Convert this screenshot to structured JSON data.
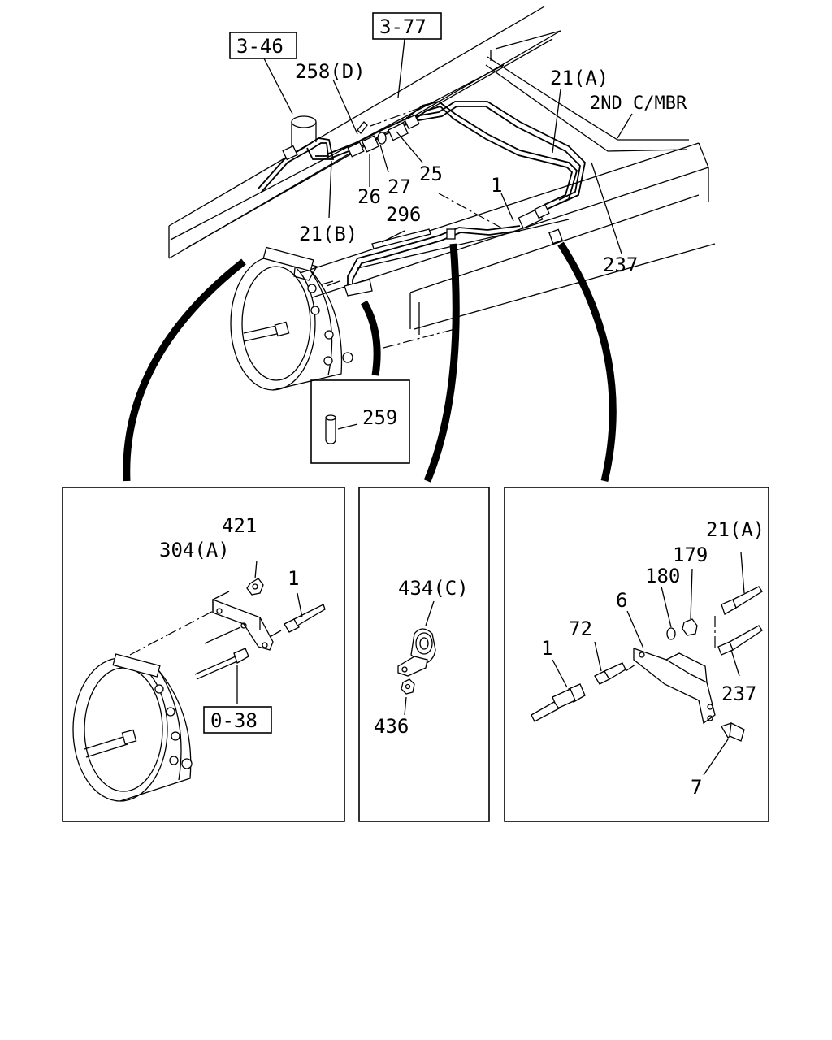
{
  "refs": {
    "r_3_46": "3-46",
    "r_3_77": "3-77",
    "r_0_38": "0-38"
  },
  "labels": {
    "main": {
      "p258d": "258(D)",
      "p21a": "21(A)",
      "mbr": "2ND C/MBR",
      "p26": "26",
      "p27": "27",
      "p25": "25",
      "p1": "1",
      "p296": "296",
      "p21b": "21(B)",
      "p237": "237",
      "p259": "259"
    },
    "left_box": {
      "p421": "421",
      "p304a": "304(A)",
      "p1": "1"
    },
    "middle_box": {
      "p434c": "434(C)",
      "p436": "436"
    },
    "right_box": {
      "p21a": "21(A)",
      "p179": "179",
      "p180": "180",
      "p6": "6",
      "p72": "72",
      "p1": "1",
      "p237": "237",
      "p7": "7"
    }
  }
}
